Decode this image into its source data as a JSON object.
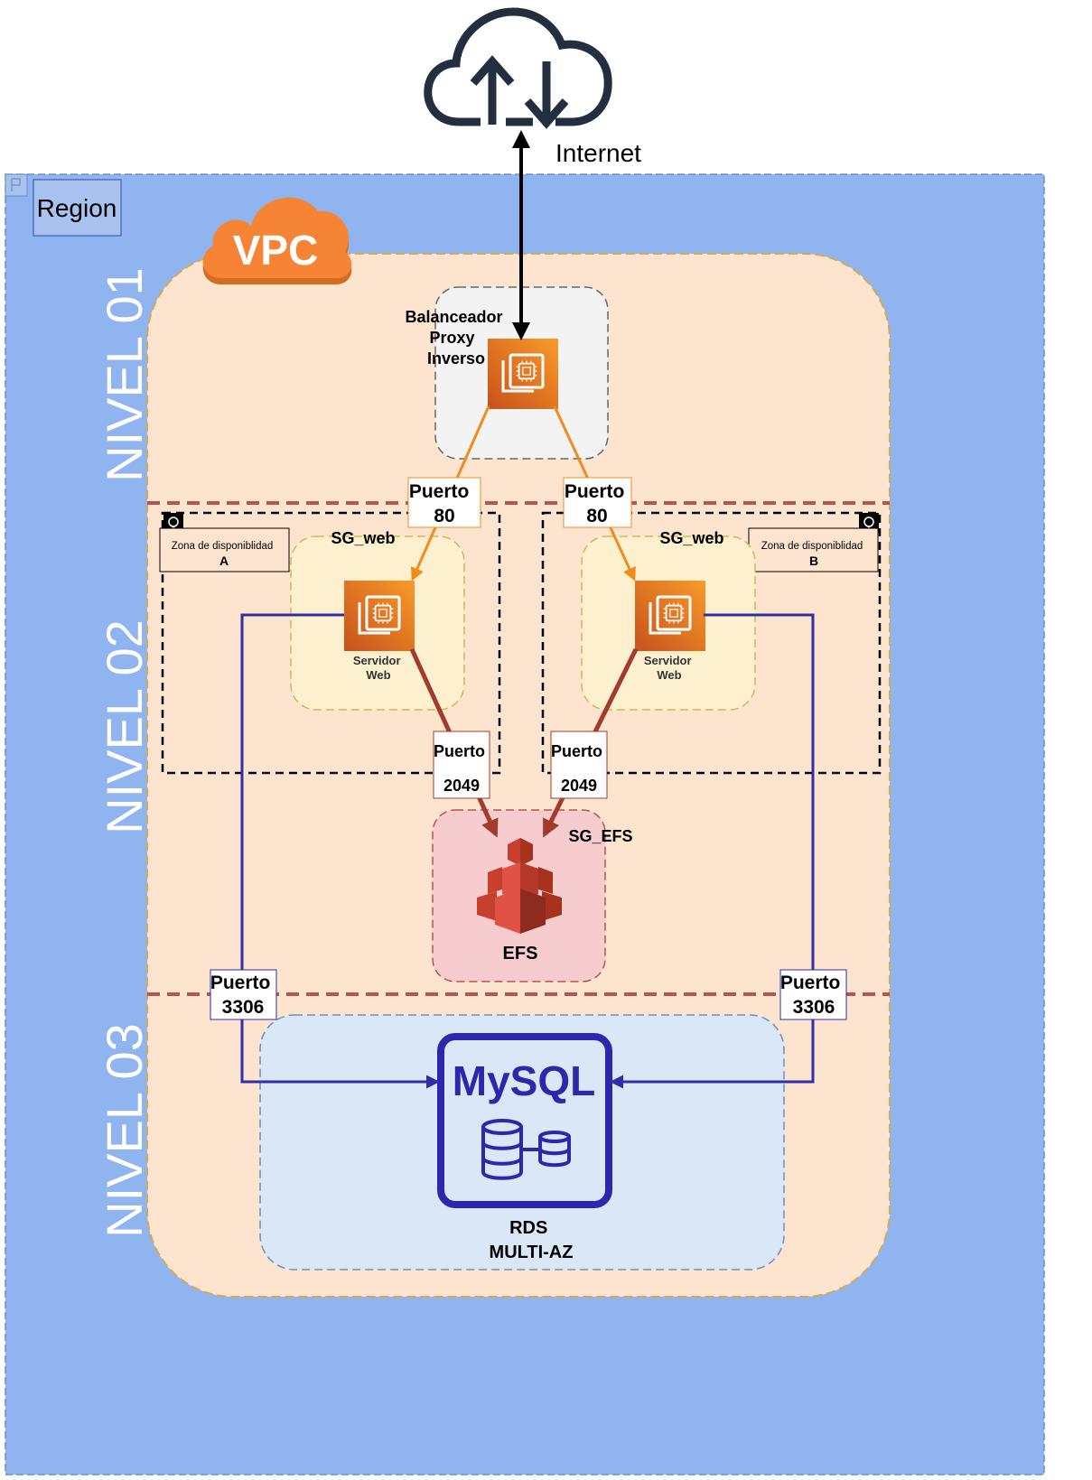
{
  "internet": {
    "label": "Internet"
  },
  "region": {
    "label": "Region"
  },
  "vpc": {
    "label": "VPC"
  },
  "levels": {
    "nivel1": "NIVEL 01",
    "nivel2": "NIVEL 02",
    "nivel3": "NIVEL 03"
  },
  "load_balancer": {
    "line1": "Balanceador",
    "line2": "Proxy",
    "line3": "Inverso"
  },
  "ports": {
    "http_left_line1": "Puerto",
    "http_left_line2": "80",
    "http_right_line1": "Puerto",
    "http_right_line2": "80",
    "nfs_left_line1": "Puerto",
    "nfs_left_line2": "2049",
    "nfs_right_line1": "Puerto",
    "nfs_right_line2": "2049",
    "mysql_left_line1": "Puerto",
    "mysql_left_line2": "3306",
    "mysql_right_line1": "Puerto",
    "mysql_right_line2": "3306"
  },
  "zones": {
    "a": {
      "label": "Zona de disponiblidad",
      "letter": "A"
    },
    "b": {
      "label": "Zona de disponiblidad",
      "letter": "B"
    }
  },
  "security_groups": {
    "web_left": "SG_web",
    "web_right": "SG_web",
    "efs": "SG_EFS"
  },
  "servers": {
    "left": {
      "line1": "Servidor",
      "line2": "Web"
    },
    "right": {
      "line1": "Servidor",
      "line2": "Web"
    }
  },
  "efs": {
    "label": "EFS"
  },
  "mysql": {
    "logo": "MySQL"
  },
  "rds": {
    "line1": "RDS",
    "line2": "MULTI-AZ"
  },
  "colors": {
    "region_fill": "#8fb4ef",
    "vpc_fill": "#fde4cf",
    "vpc_orange": "#f58534",
    "orange_line": "#f08c1d",
    "brown_line": "#a33b2c",
    "blue_line": "#2f2ea8",
    "mysql_blue": "#2e27ad",
    "efs_fill": "#f6ccce",
    "sg_fill": "#fdf0ce",
    "rds_fill": "#dae7f7"
  },
  "icons": [
    "cloud-upload-download-icon",
    "ec2-instances-icon",
    "efs-icon",
    "mysql-database-icon",
    "location-pin-icon",
    "region-flag-icon"
  ]
}
